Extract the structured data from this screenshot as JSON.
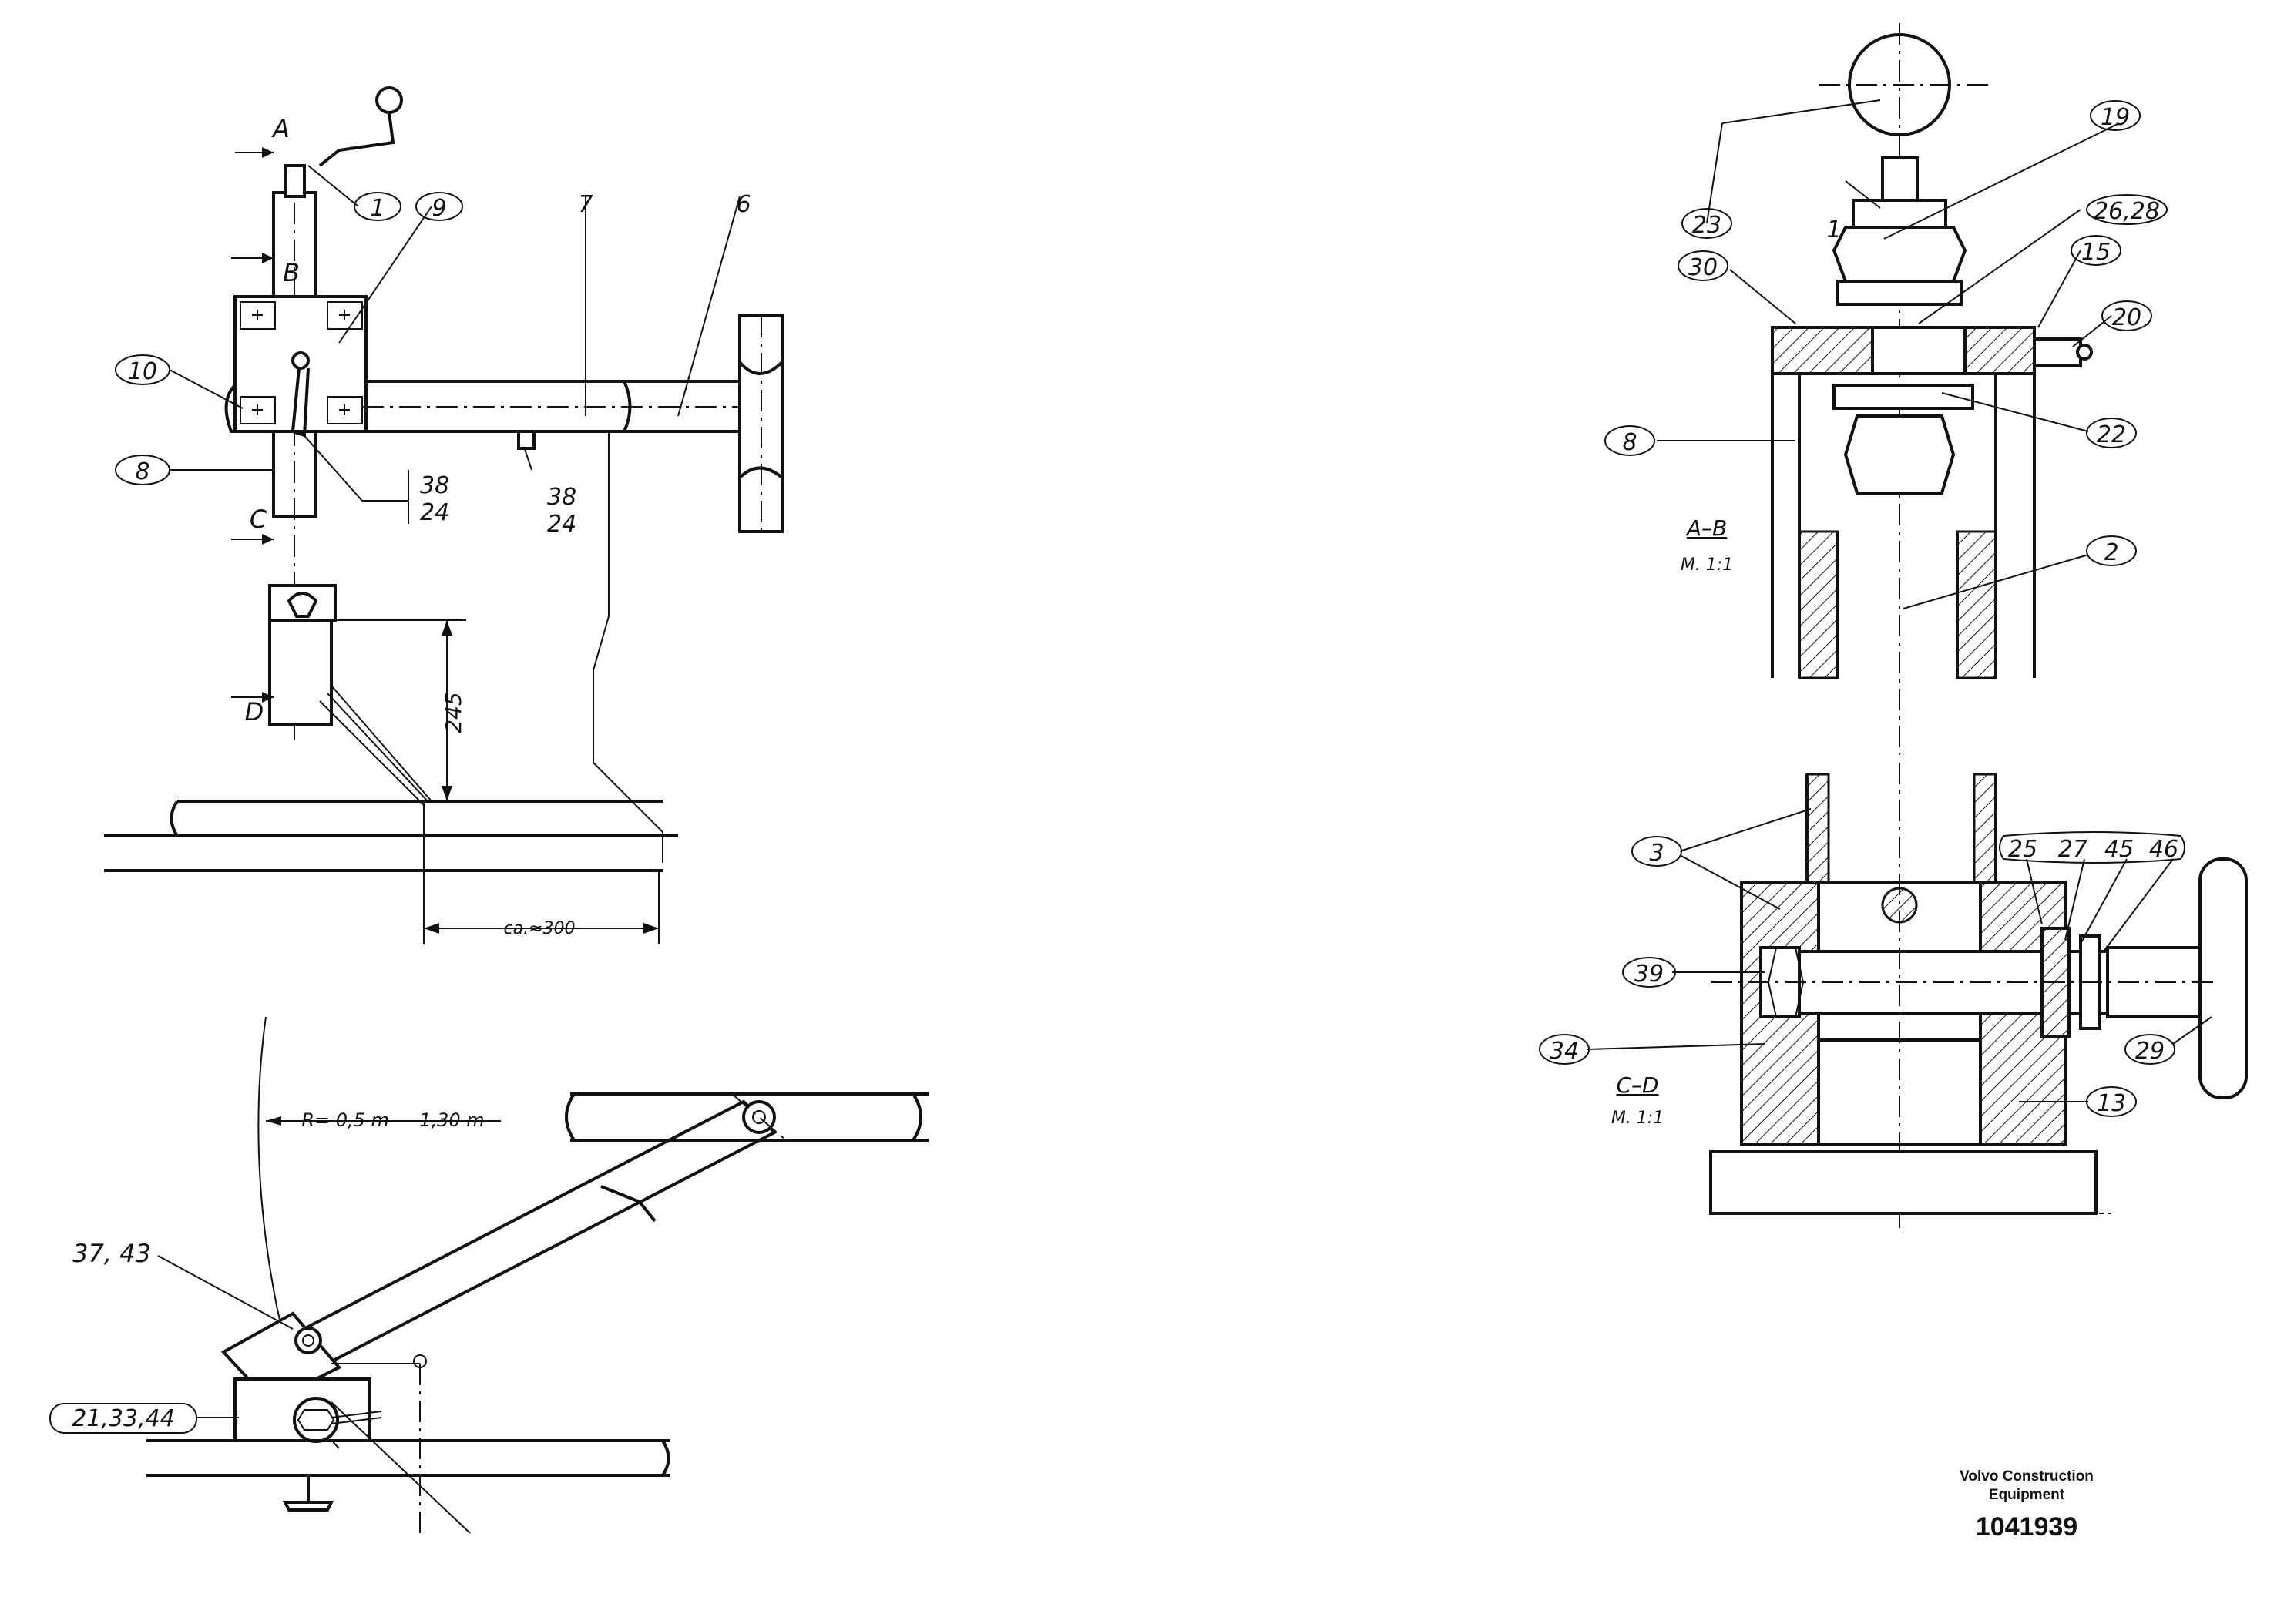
{
  "callouts": {
    "c1": "1",
    "c9": "9",
    "c10": "10",
    "c8": "8",
    "c19": "19",
    "c23": "23",
    "c26_28": "26,28",
    "c30": "30",
    "c15": "15",
    "c20": "20",
    "c8r": "8",
    "c22": "22",
    "c2": "2",
    "c3": "3",
    "c39": "39",
    "c34": "34",
    "c29": "29",
    "c13": "13",
    "c21_33_44": "21,33,44"
  },
  "labels": {
    "A": "A",
    "B": "B",
    "C": "C",
    "D": "D",
    "n7": "7",
    "n6": "6",
    "n38a": "38",
    "n24a": "24",
    "n38b": "38",
    "n24b": "24",
    "dim245": "245",
    "ca300": "ca.≈300",
    "radius": "R= 0,5 m — 1,30 m",
    "n37_43": "37, 43",
    "n1r": "1",
    "n25": "25",
    "n27": "27",
    "n45": "45",
    "n46": "46"
  },
  "sections": {
    "ab_title": "A–B",
    "ab_scale": "M. 1:1",
    "cd_title": "C–D",
    "cd_scale": "M. 1:1"
  },
  "footer": {
    "brand_line1": "Volvo Construction",
    "brand_line2": "Equipment",
    "doc_number": "1041939"
  }
}
